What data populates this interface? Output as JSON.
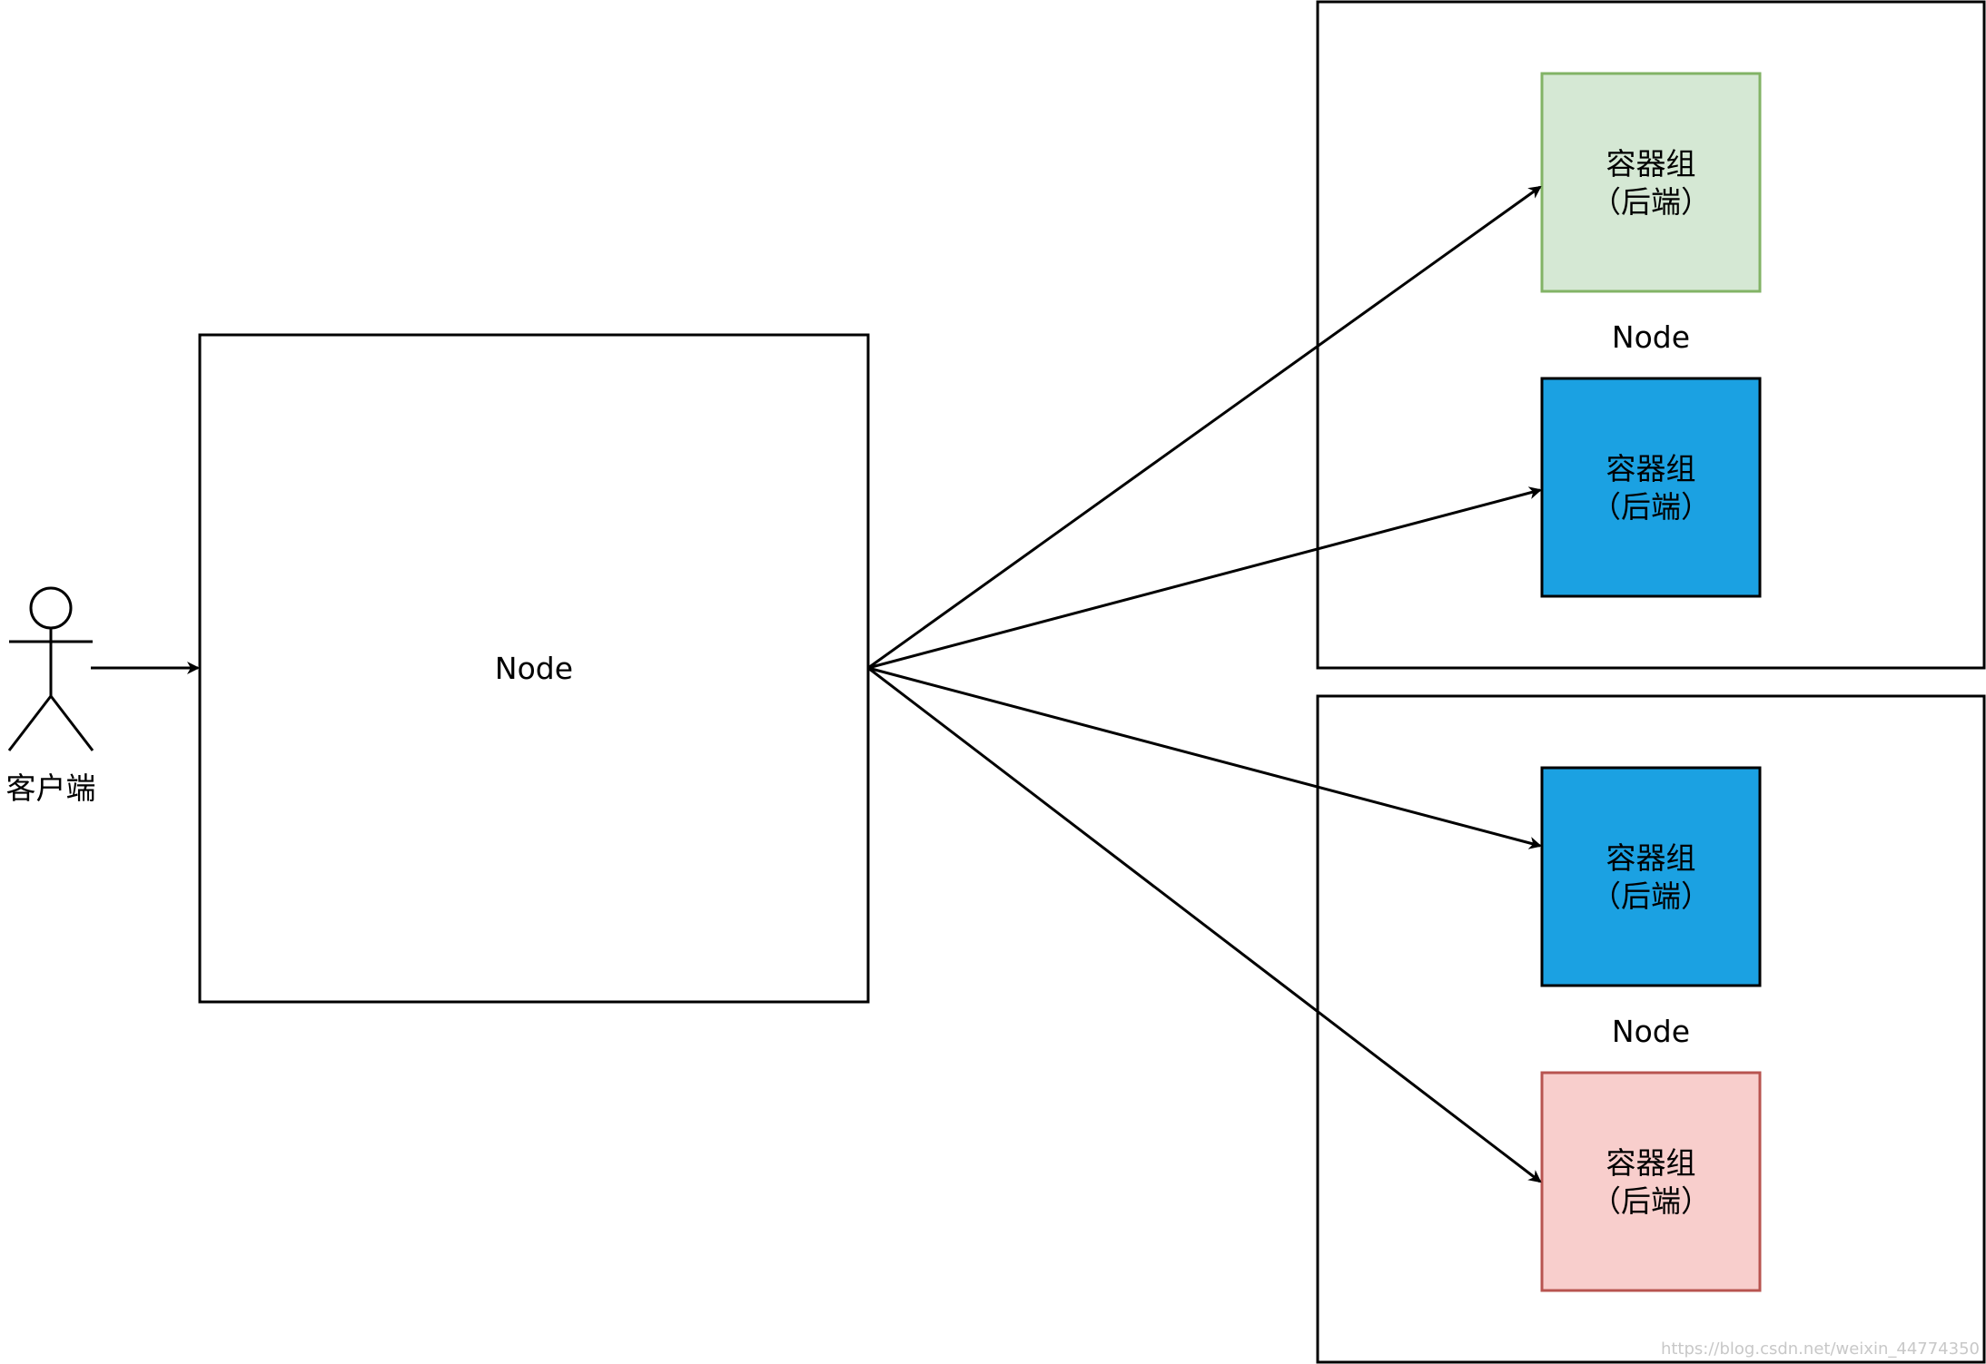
{
  "actor": {
    "label": "客户端"
  },
  "proxy_node": {
    "label": "Node"
  },
  "node_groups": [
    {
      "label": "Node",
      "pods": [
        {
          "line1": "容器组",
          "line2": "（后端）",
          "fill": "#d5e8d4",
          "stroke": "#82b366"
        },
        {
          "line1": "容器组",
          "line2": "（后端）",
          "fill": "#1ba1e2",
          "stroke": "#000000"
        }
      ]
    },
    {
      "label": "Node",
      "pods": [
        {
          "line1": "容器组",
          "line2": "（后端）",
          "fill": "#1ba1e2",
          "stroke": "#000000"
        },
        {
          "line1": "容器组",
          "line2": "（后端）",
          "fill": "#f8cecc",
          "stroke": "#b85450"
        }
      ]
    }
  ],
  "watermark": "https://blog.csdn.net/weixin_44774350"
}
